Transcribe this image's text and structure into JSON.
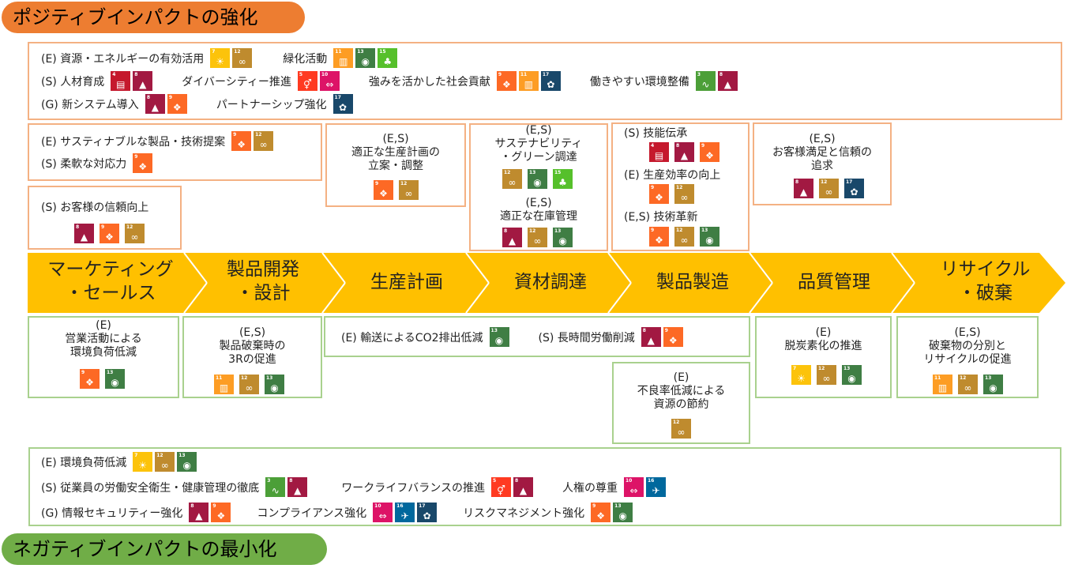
{
  "headings": {
    "positive": "ポジティブインパクトの強化",
    "negative": "ネガティブインパクトの最小化"
  },
  "top_box": {
    "e_label": "(E) 資源・エネルギーの有効活用",
    "e2_label": "緑化活動",
    "s_label": "(S) 人材育成",
    "s2_label": "ダイバーシティー推進",
    "s3_label": "強みを活かした社会貢献",
    "s4_label": "働きやすい環境整備",
    "g_label": "(G) 新システム導入",
    "g2_label": "パートナーシップ強化"
  },
  "stages": [
    {
      "label": "マーケティング\n・セールス"
    },
    {
      "label": "製品開発\n・設計"
    },
    {
      "label": "生産計画"
    },
    {
      "label": "資材調達"
    },
    {
      "label": "製品製造"
    },
    {
      "label": "品質管理"
    },
    {
      "label": "リサイクル\n・破棄"
    }
  ],
  "upper": {
    "marketing_1": "(E) サスティナブルな製品・技術提案",
    "marketing_2": "(S) 柔軟な対応力",
    "marketing_3": "(S) お客様の信頼向上",
    "plan_title": "(E,S)\n適正な生産計画の\n立案・調整",
    "proc_title_1": "(E,S)\nサステナビリティ\n・グリーン調達",
    "proc_title_2": "(E,S)\n適正な在庫管理",
    "mfg_1": "(S) 技能伝承",
    "mfg_2": "(E) 生産効率の向上",
    "mfg_3": "(E,S) 技術革新",
    "qc_title": "(E,S)\nお客様満足と信頼の\n追求"
  },
  "lower": {
    "marketing": "(E)\n営業活動による\n環境負荷低減",
    "design": "(E,S)\n製品破棄時の\n3Rの促進",
    "logistics_1": "(E) 輸送によるCO2排出低減",
    "logistics_2": "(S) 長時間労働削減",
    "mfg": "(E)\n不良率低減による\n資源の節約",
    "qc": "(E)\n脱炭素化の推進",
    "recycle": "(E,S)\n破棄物の分別と\nリサイクルの促進"
  },
  "bottom_box": {
    "e_label": "(E) 環境負荷低減",
    "s_label": "(S) 従業員の労働安全衛生・健康管理の徹底",
    "s2_label": "ワークライフバランスの推進",
    "s3_label": "人権の尊重",
    "g_label": "(G) 情報セキュリティー強化",
    "g2_label": "コンプライアンス強化",
    "g3_label": "リスクマネジメント強化"
  },
  "sdg_colors": {
    "3": "#4c9f38",
    "4": "#c5192d",
    "5": "#ff3a21",
    "7": "#fcc30b",
    "8": "#a21942",
    "9": "#fd6925",
    "10": "#dd1367",
    "11": "#fd9d24",
    "12": "#bf8b2e",
    "13": "#3f7e44",
    "15": "#56c02b",
    "16": "#00689d",
    "17": "#19486a"
  },
  "sdg_icons": {
    "3": "heartbeat-icon",
    "4": "book-icon",
    "5": "gender-icon",
    "7": "sun-icon",
    "8": "growth-chart-icon",
    "9": "cubes-icon",
    "10": "equality-icon",
    "11": "city-icon",
    "12": "infinity-icon",
    "13": "eye-icon",
    "15": "tree-icon",
    "16": "dove-icon",
    "17": "rings-icon"
  }
}
